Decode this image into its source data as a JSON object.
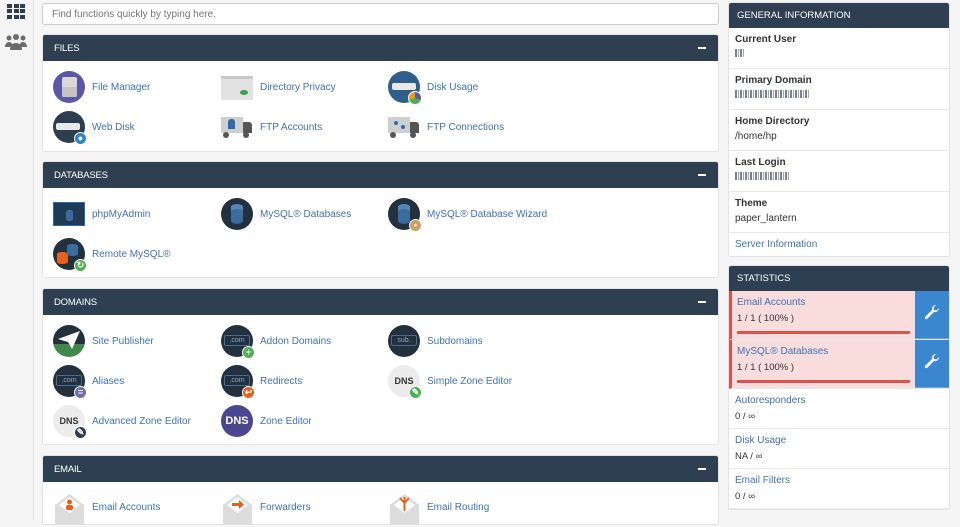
{
  "sidebar": {
    "items": [
      {
        "name": "apps-grid-icon"
      },
      {
        "name": "users-icon"
      }
    ]
  },
  "search": {
    "placeholder": "Find functions quickly by typing here.",
    "value": ""
  },
  "sections": {
    "files": {
      "title": "FILES",
      "items": [
        "File Manager",
        "Directory Privacy",
        "Disk Usage",
        "Web Disk",
        "FTP Accounts",
        "FTP Connections"
      ]
    },
    "databases": {
      "title": "DATABASES",
      "items": [
        "phpMyAdmin",
        "MySQL® Databases",
        "MySQL® Database Wizard",
        "Remote MySQL®"
      ]
    },
    "domains": {
      "title": "DOMAINS",
      "items": [
        "Site Publisher",
        "Addon Domains",
        "Subdomains",
        "Aliases",
        "Redirects",
        "Simple Zone Editor",
        "Advanced Zone Editor",
        "Zone Editor"
      ]
    },
    "email": {
      "title": "EMAIL",
      "items": [
        "Email Accounts",
        "Forwarders",
        "Email Routing"
      ]
    }
  },
  "general_info": {
    "title": "GENERAL INFORMATION",
    "rows": [
      {
        "label": "Current User",
        "value": "[redacted]"
      },
      {
        "label": "Primary Domain",
        "value": "[redacted]"
      },
      {
        "label": "Home Directory",
        "value": "/home/hp"
      },
      {
        "label": "Last Login",
        "value": "[redacted]"
      },
      {
        "label": "Theme",
        "value": "paper_lantern"
      }
    ],
    "link": "Server Information"
  },
  "statistics": {
    "title": "STATISTICS",
    "rows": [
      {
        "label": "Email Accounts",
        "value": "1 / 1 ( 100% )",
        "warn": true
      },
      {
        "label": "MySQL® Databases",
        "value": "1 / 1 ( 100% )",
        "warn": true
      },
      {
        "label": "Autoresponders",
        "value": "0 / ∞"
      },
      {
        "label": "Disk Usage",
        "value": "NA / ∞"
      },
      {
        "label": "Email Filters",
        "value": "0 / ∞"
      }
    ]
  },
  "colors": {
    "panel_header": "#2e3f51",
    "link": "#3e72b5",
    "warn_bg": "#f9dcdc",
    "warn_bar": "#d9534f",
    "wrench_btn": "#3a87cf"
  }
}
